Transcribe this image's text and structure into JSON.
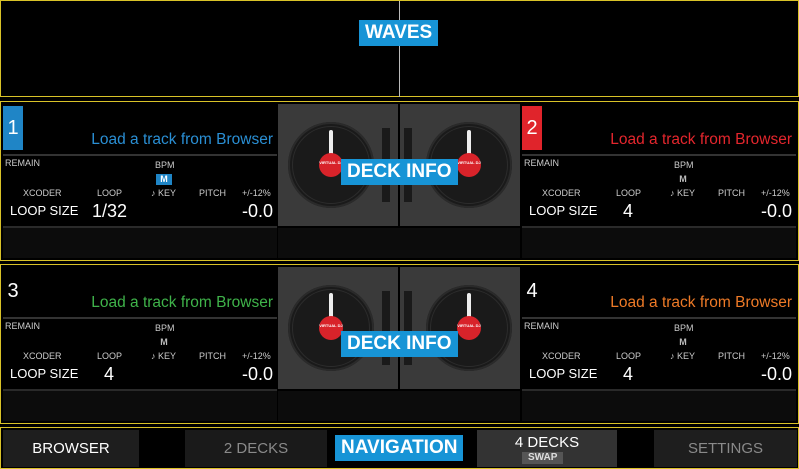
{
  "regions": {
    "waves": "WAVES",
    "deck_info": "DECK INFO",
    "navigation": "NAVIGATION"
  },
  "labels": {
    "remain": "REMAIN",
    "bpm": "BPM",
    "xcoder": "XCODER",
    "loop": "LOOP",
    "key": "♪ KEY",
    "pitch": "PITCH",
    "pitch_range": "+/-12%",
    "loop_size": "LOOP SIZE",
    "m": "M"
  },
  "decks": [
    {
      "number": "1",
      "track": "Load a track from Browser",
      "color": "#2a8fd4",
      "loop_value": "1/32",
      "pitch_value": "-0.0",
      "m_active": true
    },
    {
      "number": "2",
      "track": "Load a track from Browser",
      "color": "#e4262d",
      "loop_value": "4",
      "pitch_value": "-0.0",
      "m_active": false
    },
    {
      "number": "3",
      "track": "Load a track from Browser",
      "color": "#3fb34a",
      "loop_value": "4",
      "pitch_value": "-0.0",
      "m_active": false
    },
    {
      "number": "4",
      "track": "Load a track from Browser",
      "color": "#ee7a27",
      "loop_value": "4",
      "pitch_value": "-0.0",
      "m_active": false
    }
  ],
  "platter_logo": "VIRTUAL DJ",
  "nav": {
    "browser": "BROWSER",
    "two_decks": "2 DECKS",
    "four_decks": "4 DECKS",
    "swap": "SWAP",
    "settings": "SETTINGS"
  },
  "colors": {
    "frame": "#d9c228",
    "region_label_bg": "#1794d6"
  }
}
